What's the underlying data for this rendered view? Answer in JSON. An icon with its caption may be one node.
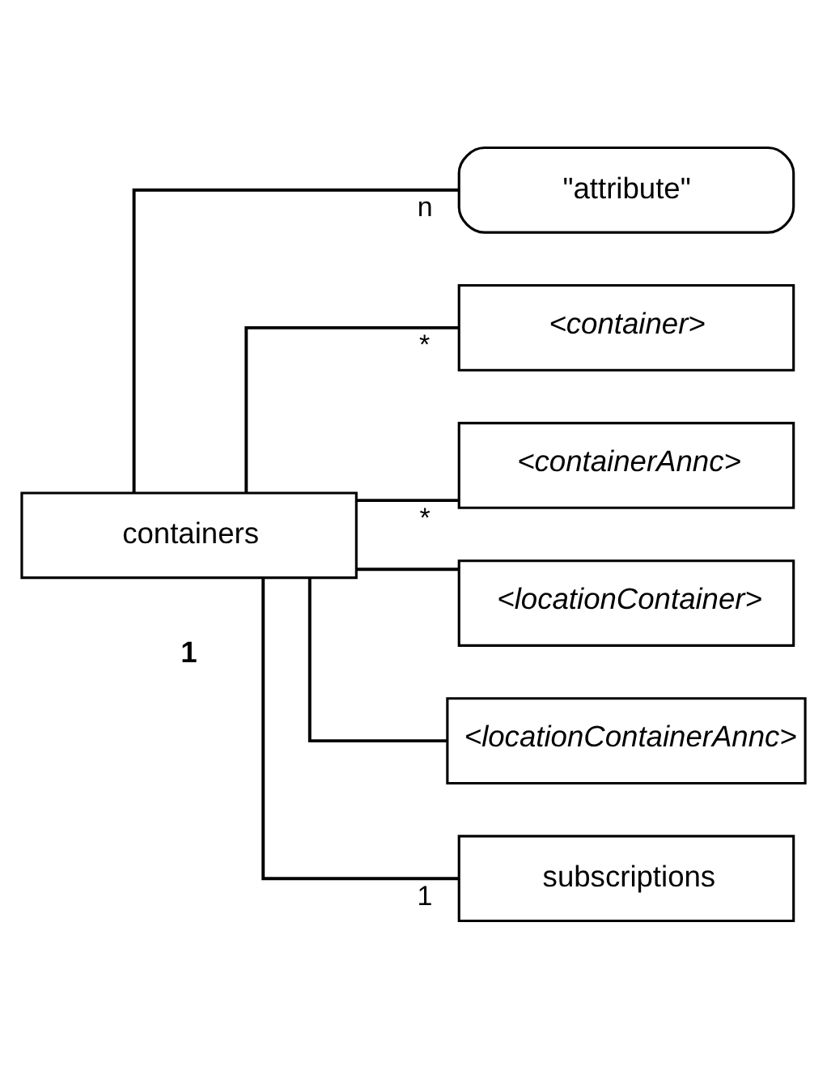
{
  "diagram": {
    "nodes": [
      {
        "text": [
          "containers"
        ]
      },
      {
        "text": [
          "\"attribute\""
        ]
      },
      {
        "text": [
          "<container>"
        ]
      },
      {
        "text": [
          "<containerAnnc>"
        ]
      },
      {
        "text": [
          "<locationContainer>"
        ]
      },
      {
        "text": [
          "<locationContainerAnnc>"
        ]
      },
      {
        "text": [
          "subscriptions"
        ]
      }
    ],
    "edges": [
      {
        "from": 0,
        "to": 1,
        "arrow": "none",
        "label": "n"
      },
      {
        "from": 0,
        "to": 2,
        "arrow": "none",
        "label": "*"
      },
      {
        "from": 0,
        "to": 3,
        "arrow": "none",
        "label": "*"
      },
      {
        "from": 0,
        "to": 4,
        "arrow": "none"
      },
      {
        "from": 0,
        "to": 5,
        "arrow": "none"
      },
      {
        "from": 0,
        "to": 6,
        "arrow": "none",
        "label": "1"
      }
    ],
    "labels": [
      "1"
    ]
  }
}
